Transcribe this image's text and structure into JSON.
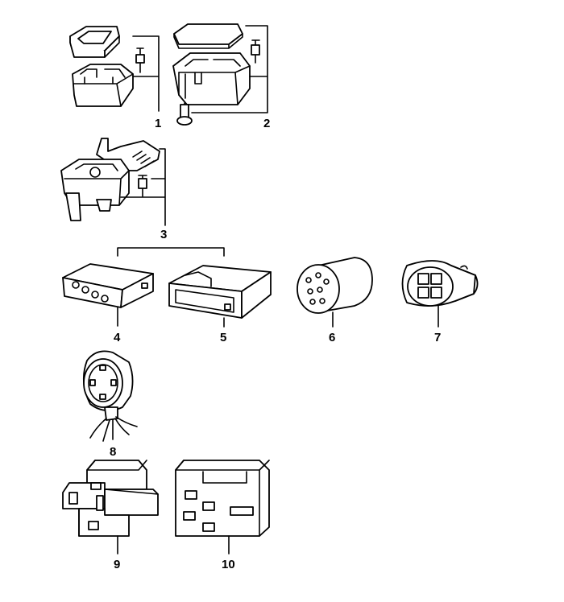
{
  "parts": [
    {
      "id": "part-1",
      "label": "1",
      "icon": "relay-housing-with-cover-icon"
    },
    {
      "id": "part-2",
      "label": "2",
      "icon": "relay-housing-with-cover-and-screw-icon"
    },
    {
      "id": "part-3",
      "label": "3",
      "icon": "relay-socket-with-clip-icon"
    },
    {
      "id": "part-4",
      "label": "4",
      "icon": "flat-4-pin-connector-icon"
    },
    {
      "id": "part-5",
      "label": "5",
      "icon": "flat-connector-housing-icon"
    },
    {
      "id": "part-6",
      "label": "6",
      "icon": "round-7-pin-connector-icon"
    },
    {
      "id": "part-7",
      "label": "7",
      "icon": "4-pin-connector-icon"
    },
    {
      "id": "part-8",
      "label": "8",
      "icon": "round-socket-with-wires-icon"
    },
    {
      "id": "part-9",
      "label": "9",
      "icon": "cross-relay-socket-icon"
    },
    {
      "id": "part-10",
      "label": "10",
      "icon": "rectangular-relay-socket-icon"
    }
  ]
}
